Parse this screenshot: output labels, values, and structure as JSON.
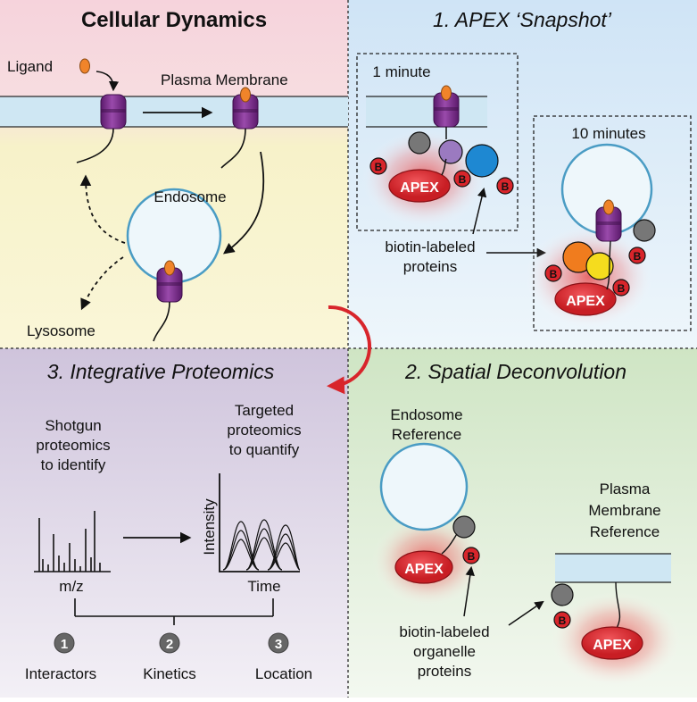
{
  "panels": {
    "top_left": {
      "title": "Cellular Dynamics",
      "labels": {
        "ligand": "Ligand",
        "plasma_membrane": "Plasma Membrane",
        "endosome": "Endosome",
        "lysosome": "Lysosome"
      }
    },
    "top_right": {
      "title": "1. APEX ‘Snapshot’",
      "time_1": "1 minute",
      "time_2": "10 minutes",
      "biotin_line1": "biotin-labeled",
      "biotin_line2": "proteins"
    },
    "bottom_left": {
      "title": "3. Integrative Proteomics",
      "shotgun_line1": "Shotgun",
      "shotgun_line2": "proteomics",
      "shotgun_line3": "to identify",
      "targeted_line1": "Targeted",
      "targeted_line2": "proteomics",
      "targeted_line3": "to quantify",
      "mz_label": "m/z",
      "intensity_label": "Intensity",
      "time_label": "Time",
      "outputs": [
        {
          "number": "1",
          "label": "Interactors"
        },
        {
          "number": "2",
          "label": "Kinetics"
        },
        {
          "number": "3",
          "label": "Location"
        }
      ]
    },
    "bottom_right": {
      "title": "2. Spatial Deconvolution",
      "endo_ref_line1": "Endosome",
      "endo_ref_line2": "Reference",
      "pm_ref_line1": "Plasma",
      "pm_ref_line2": "Membrane",
      "pm_ref_line3": "Reference",
      "organelle_line1": "biotin-labeled",
      "organelle_line2": "organelle",
      "organelle_line3": "proteins"
    }
  },
  "glyphs": {
    "apex": "APEX",
    "biotin": "B"
  },
  "colors": {
    "top_left_bg_top": "#f6d3dc",
    "top_left_bg_bottom": "#f7f2c9",
    "top_right_bg": "#dcebf7",
    "bottom_left_bg": "#d6cde0",
    "bottom_right_bg": "#dcebd4",
    "receptor": "#7b2a8c",
    "ligand": "#f0842a",
    "apex": "#d8252b",
    "biotin": "#d8252b",
    "membrane": "#cfe7f3",
    "arrow_red": "#d8252b"
  }
}
